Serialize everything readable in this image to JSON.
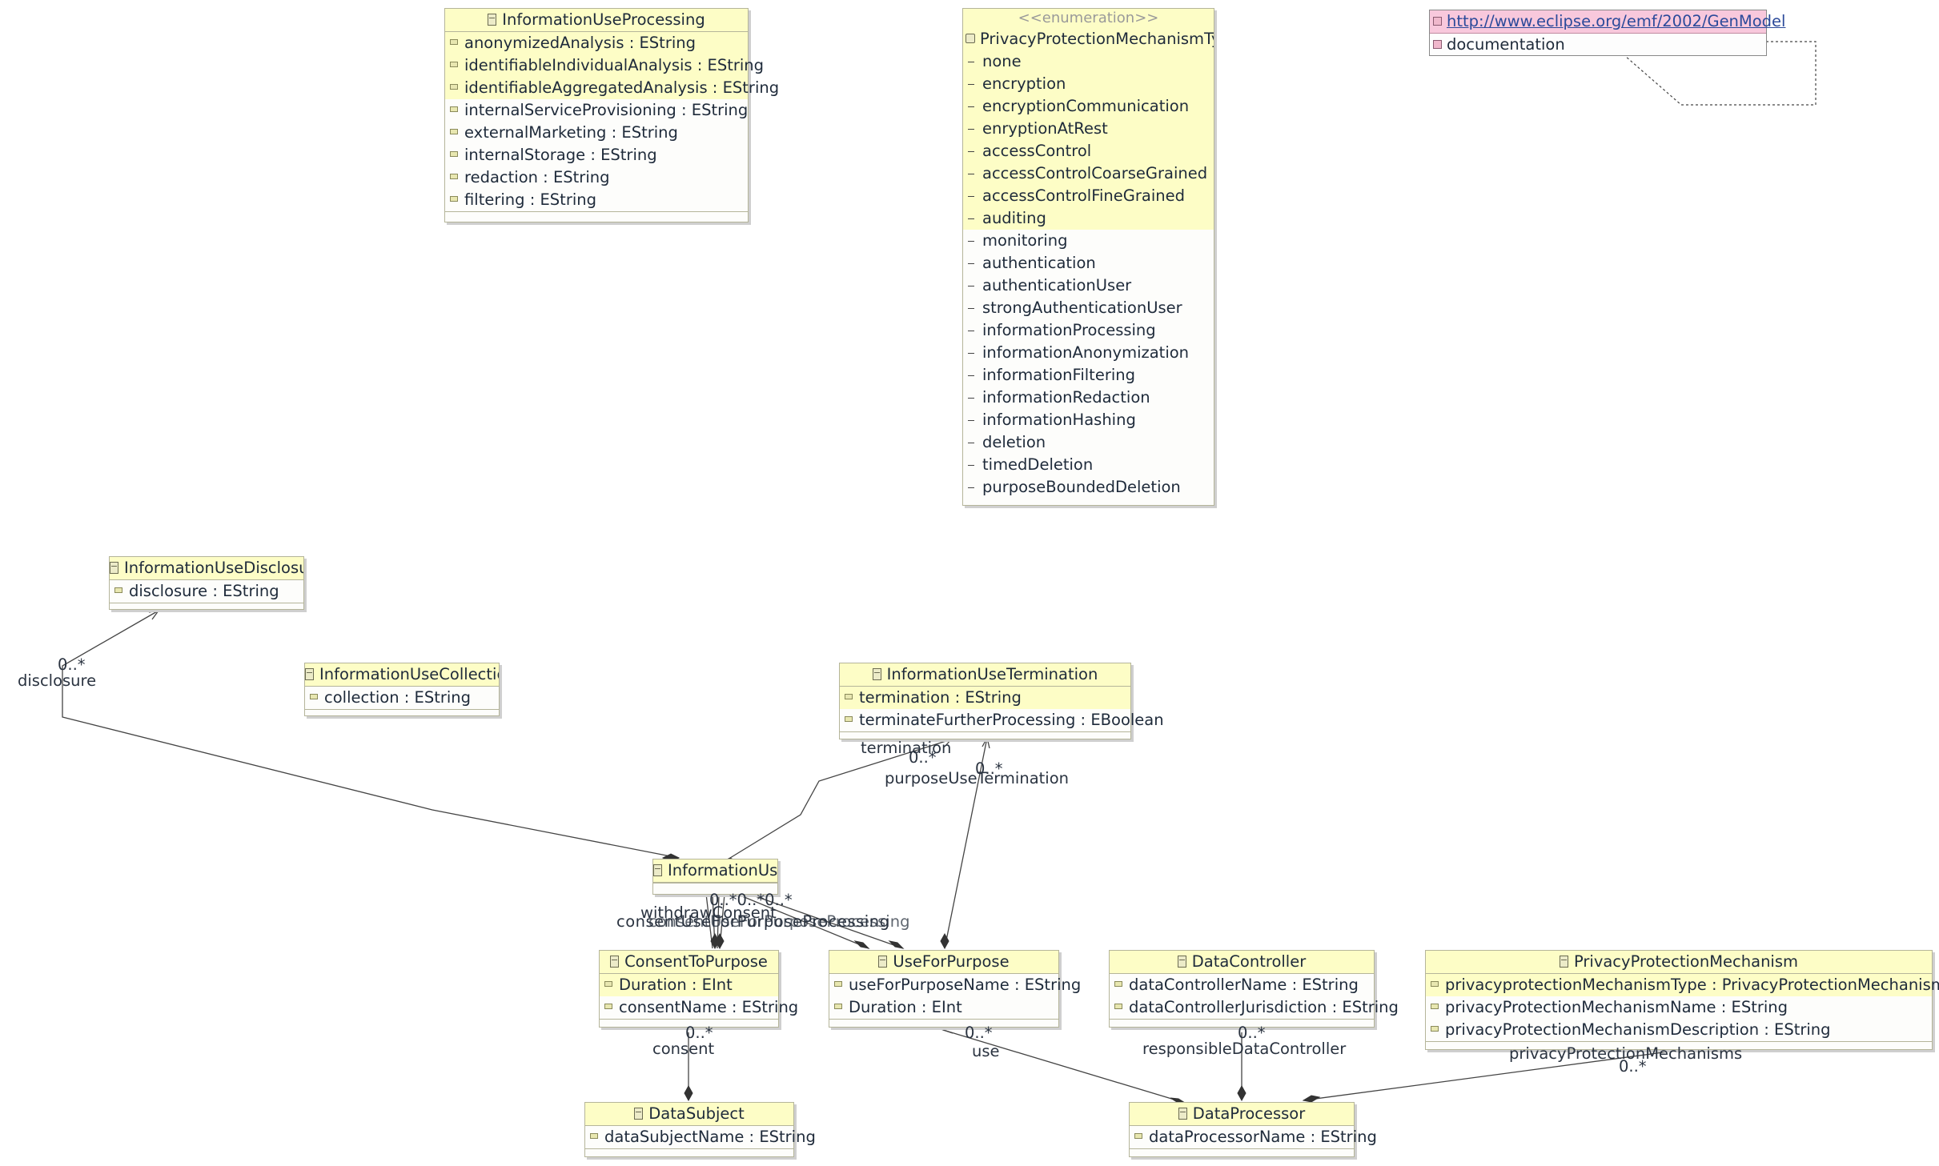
{
  "classes": {
    "processing": {
      "name": "InformationUseProcessing",
      "attrs": [
        "anonymizedAnalysis : EString",
        "identifiableIndividualAnalysis : EString",
        "identifiableAggregatedAnalysis : EString",
        "internalServiceProvisioning : EString",
        "externalMarketing : EString",
        "internalStorage : EString",
        "redaction : EString",
        "filtering : EString"
      ]
    },
    "disclosure": {
      "name": "InformationUseDisclosure",
      "attrs": [
        "disclosure : EString"
      ]
    },
    "collection": {
      "name": "InformationUseCollection",
      "attrs": [
        "collection : EString"
      ]
    },
    "termination": {
      "name": "InformationUseTermination",
      "attrs": [
        "termination : EString",
        "terminateFurtherProcessing : EBoolean"
      ]
    },
    "infouse": {
      "name": "InformationUse",
      "attrs": []
    },
    "consent": {
      "name": "ConsentToPurpose",
      "attrs": [
        "Duration : EInt",
        "consentName : EString"
      ]
    },
    "usefor": {
      "name": "UseForPurpose",
      "attrs": [
        "useForPurposeName : EString",
        "Duration : EInt"
      ]
    },
    "controller": {
      "name": "DataController",
      "attrs": [
        "dataControllerName : EString",
        "dataControllerJurisdiction : EString"
      ]
    },
    "mechanism": {
      "name": "PrivacyProtectionMechanism",
      "attrs": [
        "privacyprotectionMechanismType : PrivacyProtectionMechanismType",
        "privacyProtectionMechanismName : EString",
        "privacyProtectionMechanismDescription : EString"
      ]
    },
    "subject": {
      "name": "DataSubject",
      "attrs": [
        "dataSubjectName : EString"
      ]
    },
    "processor": {
      "name": "DataProcessor",
      "attrs": [
        "dataProcessorName : EString"
      ]
    }
  },
  "enumeration": {
    "stereotype": "<<enumeration>>",
    "name": "PrivacyProtectionMechanismType",
    "literals": [
      "none",
      "encryption",
      "encryptionCommunication",
      "enryptionAtRest",
      "accessControl",
      "accessControlCoarseGrained",
      "accessControlFineGrained",
      "auditing",
      "monitoring",
      "authentication",
      "authenticationUser",
      "strongAuthenticationUser",
      "informationProcessing",
      "informationAnonymization",
      "informationFiltering",
      "informationRedaction",
      "informationHashing",
      "deletion",
      "timedDeletion",
      "purposeBoundedDeletion"
    ]
  },
  "annotation": {
    "source": "http://www.eclipse.org/emf/2002/GenModel",
    "entry": "documentation"
  },
  "edge_labels": {
    "disclosure_mult": "0..*",
    "disclosure_role": "disclosure",
    "termination_role": "termination",
    "termination_mult": "0..*",
    "purpose_term_mult": "0..*",
    "purpose_term_role": "purposeUseTermination",
    "cluster_mult": "0..*0..*0..*",
    "cluster_withdraw": "withdrawConsent",
    "cluster_roles": "consentUseForPurposeProcessing",
    "consent_mult": "0..*",
    "consent_role": "consent",
    "use_mult": "0..*",
    "use_role": "use",
    "ctrl_mult": "0..*",
    "ctrl_role": "responsibleDataController",
    "ppm_role": "privacyProtectionMechanisms",
    "ppm_mult": "0..*"
  }
}
